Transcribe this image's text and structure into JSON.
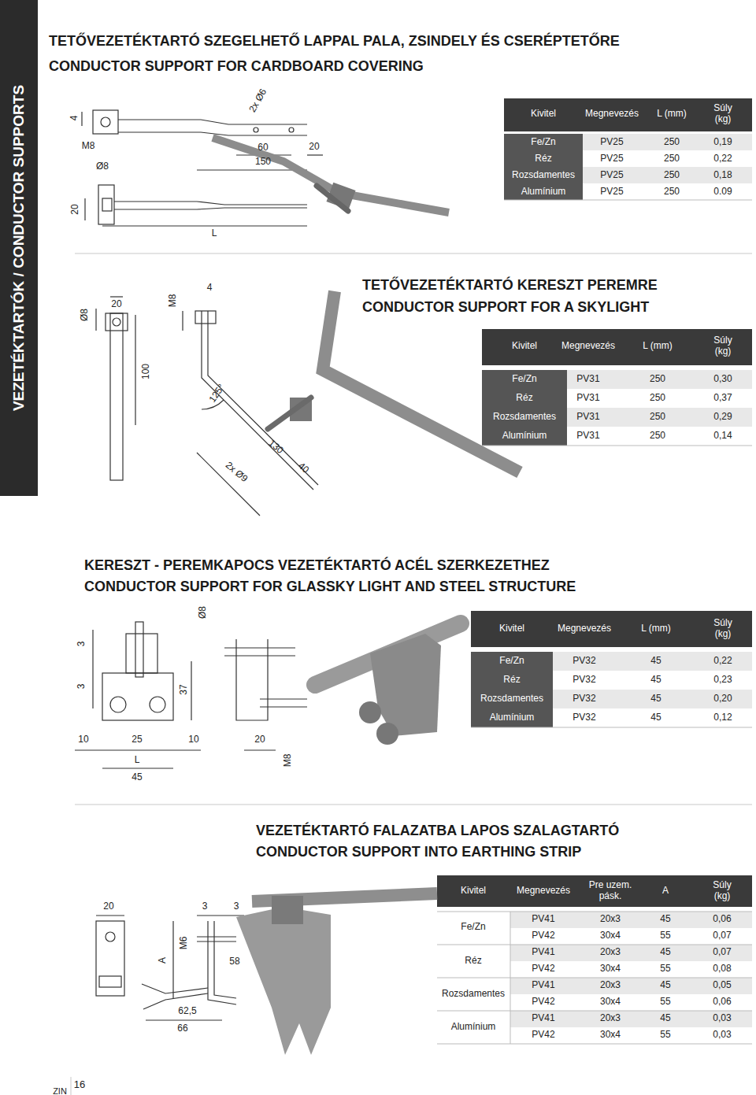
{
  "diagram": {
    "nodes": [
      {
        "text": [
          "VEZETÉKTARTÓK / CONDUCTOR SUPPORTS"
        ]
      }
    ],
    "labels": [
      "TETŐVEZETÉKTARTÓ SZEGELHETŐ LAPPAL PALA, ZSINDELY ÉS CSERÉPTETŐRE",
      "CONDUCTOR SUPPORT FOR CARDBOARD COVERING",
      "4",
      "M8",
      "Ø8",
      "20",
      "2x Ø6",
      "60",
      "150",
      "20",
      "L",
      "Kivitel",
      "Megnevezés",
      "L (mm)",
      "Súly (kg)",
      "Fe/Zn",
      "PV25",
      "250",
      "0,19",
      "Réz",
      "PV25",
      "250",
      "0,22",
      "Rozsdamentes",
      "PV25",
      "250",
      "0,18",
      "Alumínium",
      "PV25",
      "250",
      "0.09",
      "TETŐVEZETÉKTARTÓ KERESZT PEREMRE",
      "CONDUCTOR SUPPORT FOR A SKYLIGHT",
      "Ø8",
      "20",
      "M8",
      "4",
      "100",
      "125°",
      "130",
      "2x Ø9",
      "40",
      "Kivitel",
      "Megnevezés",
      "L (mm)",
      "Súly (kg)",
      "Fe/Zn",
      "PV31",
      "250",
      "0,30",
      "Réz",
      "PV31",
      "250",
      "0,37",
      "Rozsdamentes",
      "PV31",
      "250",
      "0,29",
      "Alumínium",
      "PV31",
      "250",
      "0,14",
      "KERESZT - PEREMKAPOCS VEZETÉKTARTÓ ACÉL SZERKEZETHEZ",
      "CONDUCTOR SUPPORT FOR GLASSKY LIGHT AND STEEL STRUCTURE",
      "3",
      "3",
      "Ø8",
      "37",
      "10",
      "25",
      "10",
      "L",
      "45",
      "20",
      "M8",
      "Kivitel",
      "Megnevezés",
      "L (mm)",
      "Súly (kg)",
      "Fe/Zn",
      "PV32",
      "45",
      "0,22",
      "Réz",
      "PV32",
      "45",
      "0,23",
      "Rozsdamentes",
      "PV32",
      "45",
      "0,20",
      "Alumínium",
      "PV32",
      "45",
      "0,12",
      "VEZETÉKTARTÓ FALAZATBA LAPOS SZALAGTARTÓ",
      "CONDUCTOR SUPPORT INTO EARTHING STRIP",
      "20",
      "3",
      "3",
      "M6",
      "A",
      "58",
      "62,5",
      "66",
      "Kivitel",
      "Megnevezés",
      "Pre uzem. pásk.",
      "A",
      "Súly (kg)",
      "Fe/Zn",
      "PV41",
      "20x3",
      "45",
      "0,06",
      "PV42",
      "30x4",
      "55",
      "0,07",
      "Réz",
      "PV41",
      "20x3",
      "45",
      "0,07",
      "PV42",
      "30x4",
      "55",
      "0,08",
      "Rozsdamentes",
      "PV41",
      "20x3",
      "45",
      "0,05",
      "PV42",
      "30x4",
      "55",
      "0,06",
      "Alumínium",
      "PV41",
      "20x3",
      "45",
      "0,03",
      "PV42",
      "30x4",
      "55",
      "0,03",
      "ZIN",
      "16"
    ]
  }
}
